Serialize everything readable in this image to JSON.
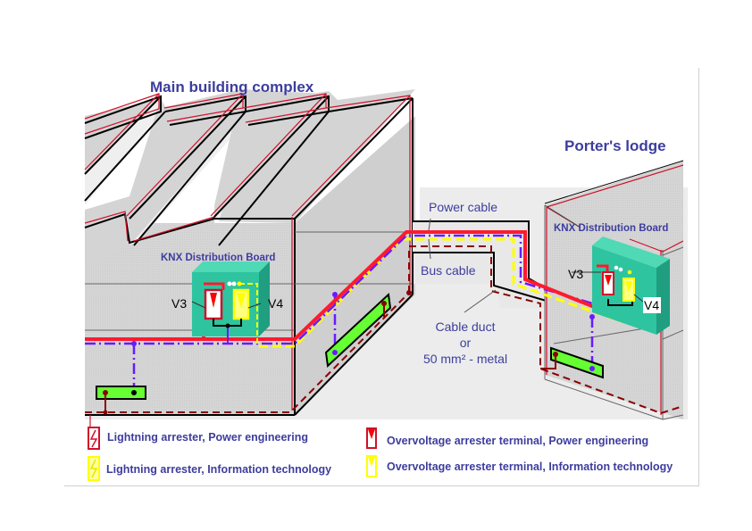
{
  "titles": {
    "main_building": "Main building complex",
    "porters_lodge": "Porter's lodge"
  },
  "labels": {
    "knx_board_main": "KNX Distribution Board",
    "knx_board_lodge": "KNX Distribution Board",
    "power_cable": "Power cable",
    "bus_cable": "Bus cable",
    "cable_duct_line1": "Cable duct",
    "cable_duct_line2": "or",
    "cable_duct_line3": "50 mm² - metal",
    "v3_main": "V3",
    "v4_main": "V4",
    "v3_lodge": "V3",
    "v4_lodge": "V4"
  },
  "legend": [
    {
      "icon": "lightning-arrester-power-icon",
      "color": "#d0102a",
      "label": "Lightning arrester, Power engineering"
    },
    {
      "icon": "lightning-arrester-it-icon",
      "color": "#ffff00",
      "label": "Lightning arrester, Information technology"
    },
    {
      "icon": "overvoltage-terminal-power-icon",
      "color": "#ff0000",
      "label": "Overvoltage arrester terminal, Power engineering"
    },
    {
      "icon": "overvoltage-terminal-it-icon",
      "color": "#ffff00",
      "label": "Overvoltage arrester terminal, Information technology"
    }
  ],
  "colors": {
    "label_text": "#3d3d9e",
    "power_cable": "#ff1a2e",
    "bus_cable": "#6a1aff",
    "it_line": "#ffff00",
    "earth_line": "#8b0000",
    "board": "#2ec4a0",
    "earth_bar": "#66ff33",
    "building_wall": "#d4d4d4",
    "roof_light": "#efefef"
  }
}
